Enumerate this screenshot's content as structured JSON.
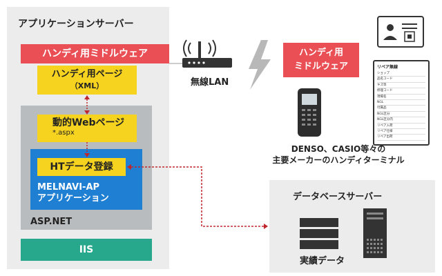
{
  "app_server": {
    "title": "アプリケーションサーバー",
    "handy_middleware": "ハンディ用ミドルウェア",
    "handy_page_line1": "ハンディ用ページ",
    "handy_page_line2": "（XML）",
    "dynamic_page_line1": "動的Webページ",
    "dynamic_page_line2": "*.aspx",
    "ht_data": "HTデータ登録",
    "melnavi_line1": "MELNAVI-AP",
    "melnavi_line2": "アプリケーション",
    "aspnet": "ASP.NET",
    "iis": "IIS"
  },
  "network": {
    "lan_label": "無線LAN"
  },
  "handy_side": {
    "middleware_line1": "ハンディ用",
    "middleware_line2": "ミドルウェア",
    "terminal_line1": "DENSO、CASIO等々の",
    "terminal_line2": "主要メーカーのハンディターミナル"
  },
  "tablet_screen": {
    "header": "リペア無線",
    "rows": [
      "ショップ",
      "品名コード",
      "キズ等",
      "修理コード",
      "現場名",
      "NGL",
      "付属品",
      "NGL区分",
      "NGL区分内",
      "リペア入荷",
      "リペア仕様",
      "リペア出荷"
    ]
  },
  "db_server": {
    "title": "データベースサーバー",
    "record_label": "実績データ"
  },
  "colors": {
    "red": "#e94f55",
    "yellow": "#f5d31f",
    "blue": "#1f7fd3",
    "teal": "#27a88c",
    "arrow": "#c0272d",
    "gray_panel": "#ececec"
  }
}
